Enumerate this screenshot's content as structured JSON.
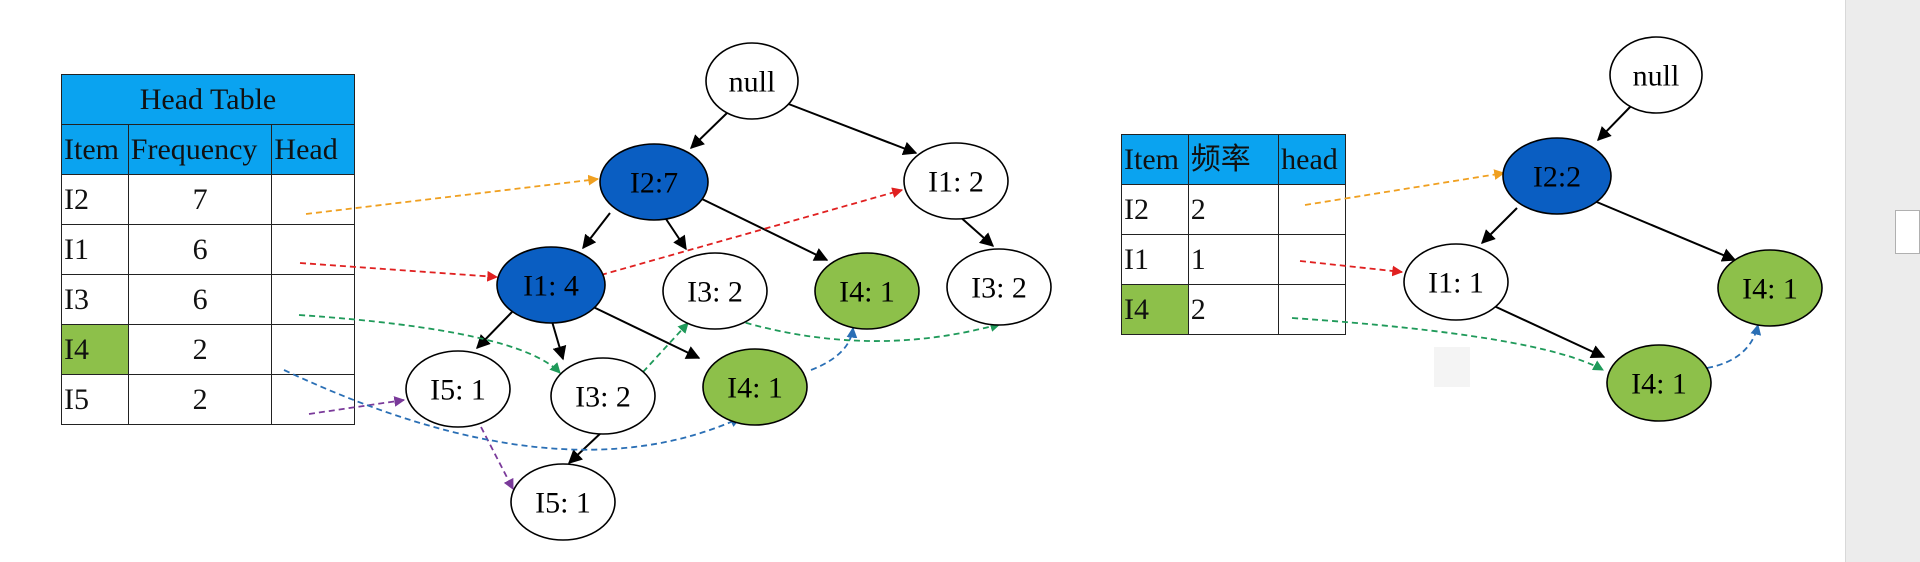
{
  "head_table_1": {
    "title": "Head Table",
    "columns": [
      "Item",
      "Frequency",
      "Head"
    ],
    "rows": [
      {
        "item": "I2",
        "frequency": "7",
        "head": ""
      },
      {
        "item": "I1",
        "frequency": "6",
        "head": ""
      },
      {
        "item": "I3",
        "frequency": "6",
        "head": ""
      },
      {
        "item": "I4",
        "frequency": "2",
        "head": ""
      },
      {
        "item": "I5",
        "frequency": "2",
        "head": ""
      }
    ]
  },
  "head_table_2": {
    "columns": [
      "Item",
      "频率",
      "head"
    ],
    "rows": [
      {
        "item": "I2",
        "frequency": "2",
        "head": ""
      },
      {
        "item": "I1",
        "frequency": "1",
        "head": ""
      },
      {
        "item": "I4",
        "frequency": "2",
        "head": ""
      }
    ]
  },
  "tree_1": {
    "nodes": [
      {
        "id": "t1-root",
        "label": "null",
        "style": "plain"
      },
      {
        "id": "t1-i2",
        "label": "I2:7",
        "style": "blue"
      },
      {
        "id": "t1-i1-top",
        "label": "I1: 2",
        "style": "plain"
      },
      {
        "id": "t1-i1",
        "label": "I1: 4",
        "style": "blue"
      },
      {
        "id": "t1-i3-a",
        "label": "I3: 2",
        "style": "plain"
      },
      {
        "id": "t1-i4-a",
        "label": "I4: 1",
        "style": "green"
      },
      {
        "id": "t1-i3-b",
        "label": "I3: 2",
        "style": "plain"
      },
      {
        "id": "t1-i5-a",
        "label": "I5: 1",
        "style": "plain"
      },
      {
        "id": "t1-i3-c",
        "label": "I3: 2",
        "style": "plain"
      },
      {
        "id": "t1-i4-b",
        "label": "I4: 1",
        "style": "green"
      },
      {
        "id": "t1-i5-b",
        "label": "I5: 1",
        "style": "plain"
      }
    ]
  },
  "tree_2": {
    "nodes": [
      {
        "id": "t2-root",
        "label": "null",
        "style": "plain"
      },
      {
        "id": "t2-i2",
        "label": "I2:2",
        "style": "blue"
      },
      {
        "id": "t2-i1",
        "label": "I1: 1",
        "style": "plain"
      },
      {
        "id": "t2-i4-a",
        "label": "I4: 1",
        "style": "green"
      },
      {
        "id": "t2-i4-b",
        "label": "I4: 1",
        "style": "green"
      }
    ]
  },
  "colors": {
    "header_blue": "#0aa3f0",
    "node_blue": "#0a5ec2",
    "node_green": "#8dc04a",
    "link_orange": "#f0a020",
    "link_red": "#e02020",
    "link_green": "#1f9a5a",
    "link_purple": "#7a3a9a",
    "link_blue": "#2a6fb5"
  }
}
